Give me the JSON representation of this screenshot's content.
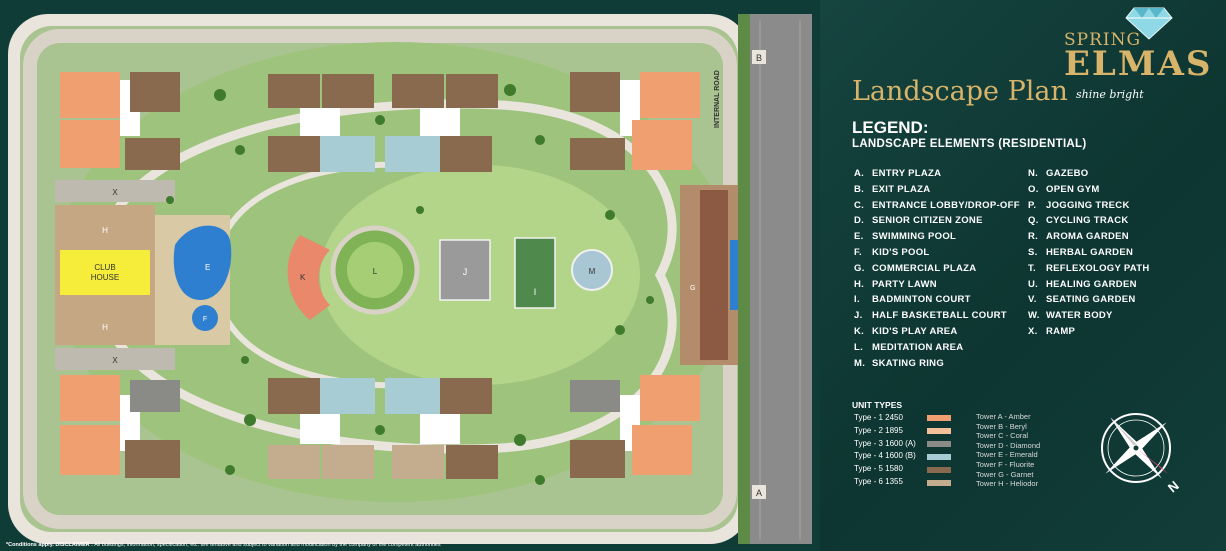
{
  "brand": {
    "line1": "SPRING",
    "line2": "ELMAS",
    "tagline": "shine bright"
  },
  "title": "Landscape Plan",
  "legend": {
    "title": "LEGEND:",
    "subtitle": "LANDSCAPE ELEMENTS (RESIDENTIAL)",
    "left": [
      {
        "key": "A.",
        "label": "ENTRY PLAZA"
      },
      {
        "key": "B.",
        "label": "EXIT PLAZA"
      },
      {
        "key": "C.",
        "label": "ENTRANCE LOBBY/DROP-OFF"
      },
      {
        "key": "D.",
        "label": "SENIOR CITIZEN ZONE"
      },
      {
        "key": "E.",
        "label": "SWIMMING POOL"
      },
      {
        "key": "F.",
        "label": "KID'S POOL"
      },
      {
        "key": "G.",
        "label": "COMMERCIAL PLAZA"
      },
      {
        "key": "H.",
        "label": "PARTY LAWN"
      },
      {
        "key": "I.",
        "label": "BADMINTON COURT"
      },
      {
        "key": "J.",
        "label": "HALF BASKETBALL COURT"
      },
      {
        "key": "K.",
        "label": "KID'S PLAY AREA"
      },
      {
        "key": "L.",
        "label": "MEDITATION AREA"
      },
      {
        "key": "M.",
        "label": "SKATING RING"
      }
    ],
    "right": [
      {
        "key": "N.",
        "label": "GAZEBO"
      },
      {
        "key": "O.",
        "label": "OPEN GYM"
      },
      {
        "key": "P.",
        "label": "JOGGING TRECK"
      },
      {
        "key": "Q.",
        "label": "CYCLING TRACK"
      },
      {
        "key": "R.",
        "label": "AROMA GARDEN"
      },
      {
        "key": "S.",
        "label": "HERBAL GARDEN"
      },
      {
        "key": "T.",
        "label": "REFLEXOLOGY PATH"
      },
      {
        "key": "U.",
        "label": "HEALING GARDEN"
      },
      {
        "key": "V.",
        "label": "SEATING GARDEN"
      },
      {
        "key": "W.",
        "label": "WATER BODY"
      },
      {
        "key": "X.",
        "label": "RAMP"
      }
    ]
  },
  "unit_types": {
    "title": "UNIT TYPES",
    "items": [
      {
        "label": "Type - 1 2450",
        "color": "#f0a070"
      },
      {
        "label": "Type - 2 1895",
        "color": "#f4c09a"
      },
      {
        "label": "Type - 3 1600 (A)",
        "color": "#8a8a86"
      },
      {
        "label": "Type - 4 1600 (B)",
        "color": "#a8ccd4"
      },
      {
        "label": "Type - 5 1580",
        "color": "#8a6a4e"
      },
      {
        "label": "Type - 6 1355",
        "color": "#c4ad8e"
      }
    ],
    "towers": [
      "Tower A - Amber",
      "Tower B - Beryl",
      "Tower C - Coral",
      "Tower D - Diamond",
      "Tower E - Emerald",
      "Tower F - Fluorite",
      "Tower G - Garnet",
      "Tower H - Heliodor"
    ]
  },
  "compass_label": "N",
  "map": {
    "internal_road": "INTERNAL ROAD",
    "club_house": [
      "CLUB",
      "HOUSE"
    ]
  },
  "disclaimer": {
    "label": "*Conditions apply.  DISCLAIMER :",
    "text": "All buildings, information, specification, etc. are tentative and subject to variation and modification by the company or the competent authorities"
  }
}
